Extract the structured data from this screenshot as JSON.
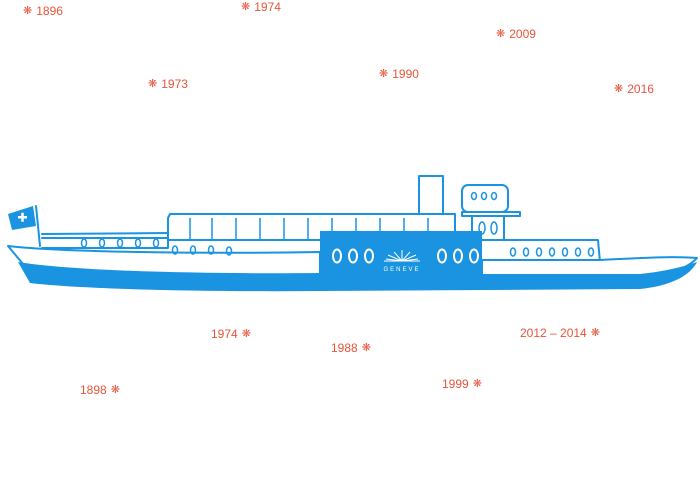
{
  "colors": {
    "accent": "#e8543a",
    "ship_blue": "#1a94e0",
    "background": "#ffffff"
  },
  "ship": {
    "name_plate": "GENEVE",
    "flag_icon": "swiss-cross-icon"
  },
  "years_top": [
    {
      "label": "1896",
      "marker": "star-icon"
    },
    {
      "label": "1974",
      "marker": "star-icon"
    },
    {
      "label": "2009",
      "marker": "star-icon"
    },
    {
      "label": "1973",
      "marker": "star-icon"
    },
    {
      "label": "1990",
      "marker": "star-icon"
    },
    {
      "label": "2016",
      "marker": "star-icon"
    }
  ],
  "years_bottom": [
    {
      "label": "1974",
      "marker": "star-icon"
    },
    {
      "label": "1988",
      "marker": "star-icon"
    },
    {
      "label": "2012 – 2014",
      "marker": "star-icon"
    },
    {
      "label": "1898",
      "marker": "star-icon"
    },
    {
      "label": "1999",
      "marker": "star-icon"
    }
  ]
}
